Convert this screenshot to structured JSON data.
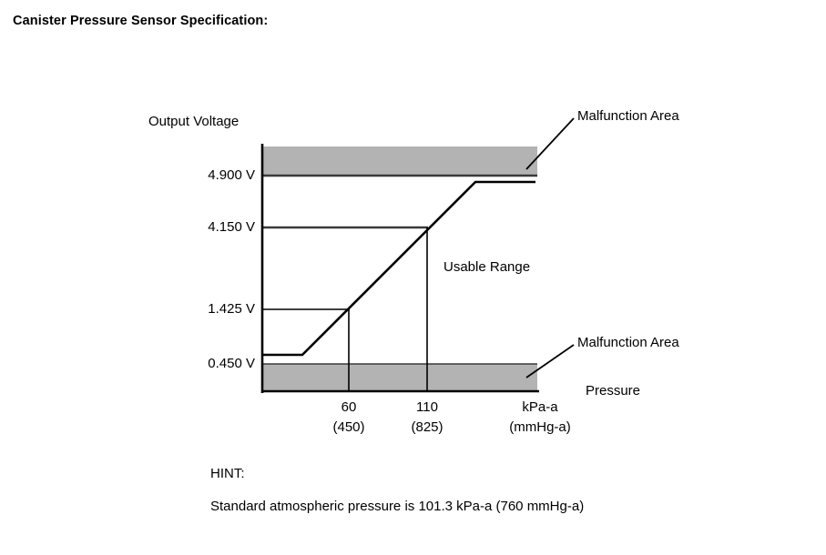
{
  "page": {
    "title": "Canister Pressure Sensor Specification:",
    "background_color": "#ffffff"
  },
  "figure": {
    "axis_titles": {
      "y": "Output Voltage",
      "x": "Pressure"
    },
    "annotations": {
      "usable_range": "Usable Range",
      "malfunction_upper": "Malfunction Area",
      "malfunction_lower": "Malfunction Area"
    },
    "colors": {
      "malfunction_band": "#b3b3b3",
      "line": "#000000",
      "background": "#ffffff"
    }
  },
  "hint": {
    "label": "HINT:",
    "text": "Standard atmospheric pressure is 101.3 kPa-a (760 mmHg-a)"
  },
  "chart_data": {
    "type": "line",
    "title": "Canister Pressure Sensor Specification",
    "xlabel": "Pressure",
    "ylabel": "Output Voltage",
    "x_unit_primary": "kPa-a",
    "x_unit_secondary": "mmHg-a",
    "y_unit": "V",
    "grid": false,
    "legend": "none",
    "ytick_labels": [
      "4.900 V",
      "4.150 V",
      "1.425 V",
      "0.450 V"
    ],
    "ytick_values": [
      4.9,
      4.15,
      1.425,
      0.45
    ],
    "xtick_labels_primary": [
      "60",
      "110",
      "kPa-a"
    ],
    "xtick_labels_secondary": [
      "(450)",
      "(825)",
      "(mmHg-a)"
    ],
    "xtick_values": [
      60,
      110
    ],
    "xtick_values_secondary": [
      450,
      825
    ],
    "series": [
      {
        "name": "Sensor output",
        "points": [
          {
            "pressure": 60,
            "voltage": 1.425
          },
          {
            "pressure": 110,
            "voltage": 4.15
          }
        ],
        "description": "Linear output ramp between 60 kPa-a (1.425 V) and 110 kPa-a (4.150 V), clamped flat below and above."
      }
    ],
    "bands": [
      {
        "name": "Malfunction Area",
        "position": "upper",
        "above_voltage": 4.9
      },
      {
        "name": "Malfunction Area",
        "position": "lower",
        "below_voltage": 0.45
      }
    ],
    "usable_range": {
      "label": "Usable Range",
      "min_voltage": 0.45,
      "max_voltage": 4.9
    }
  }
}
